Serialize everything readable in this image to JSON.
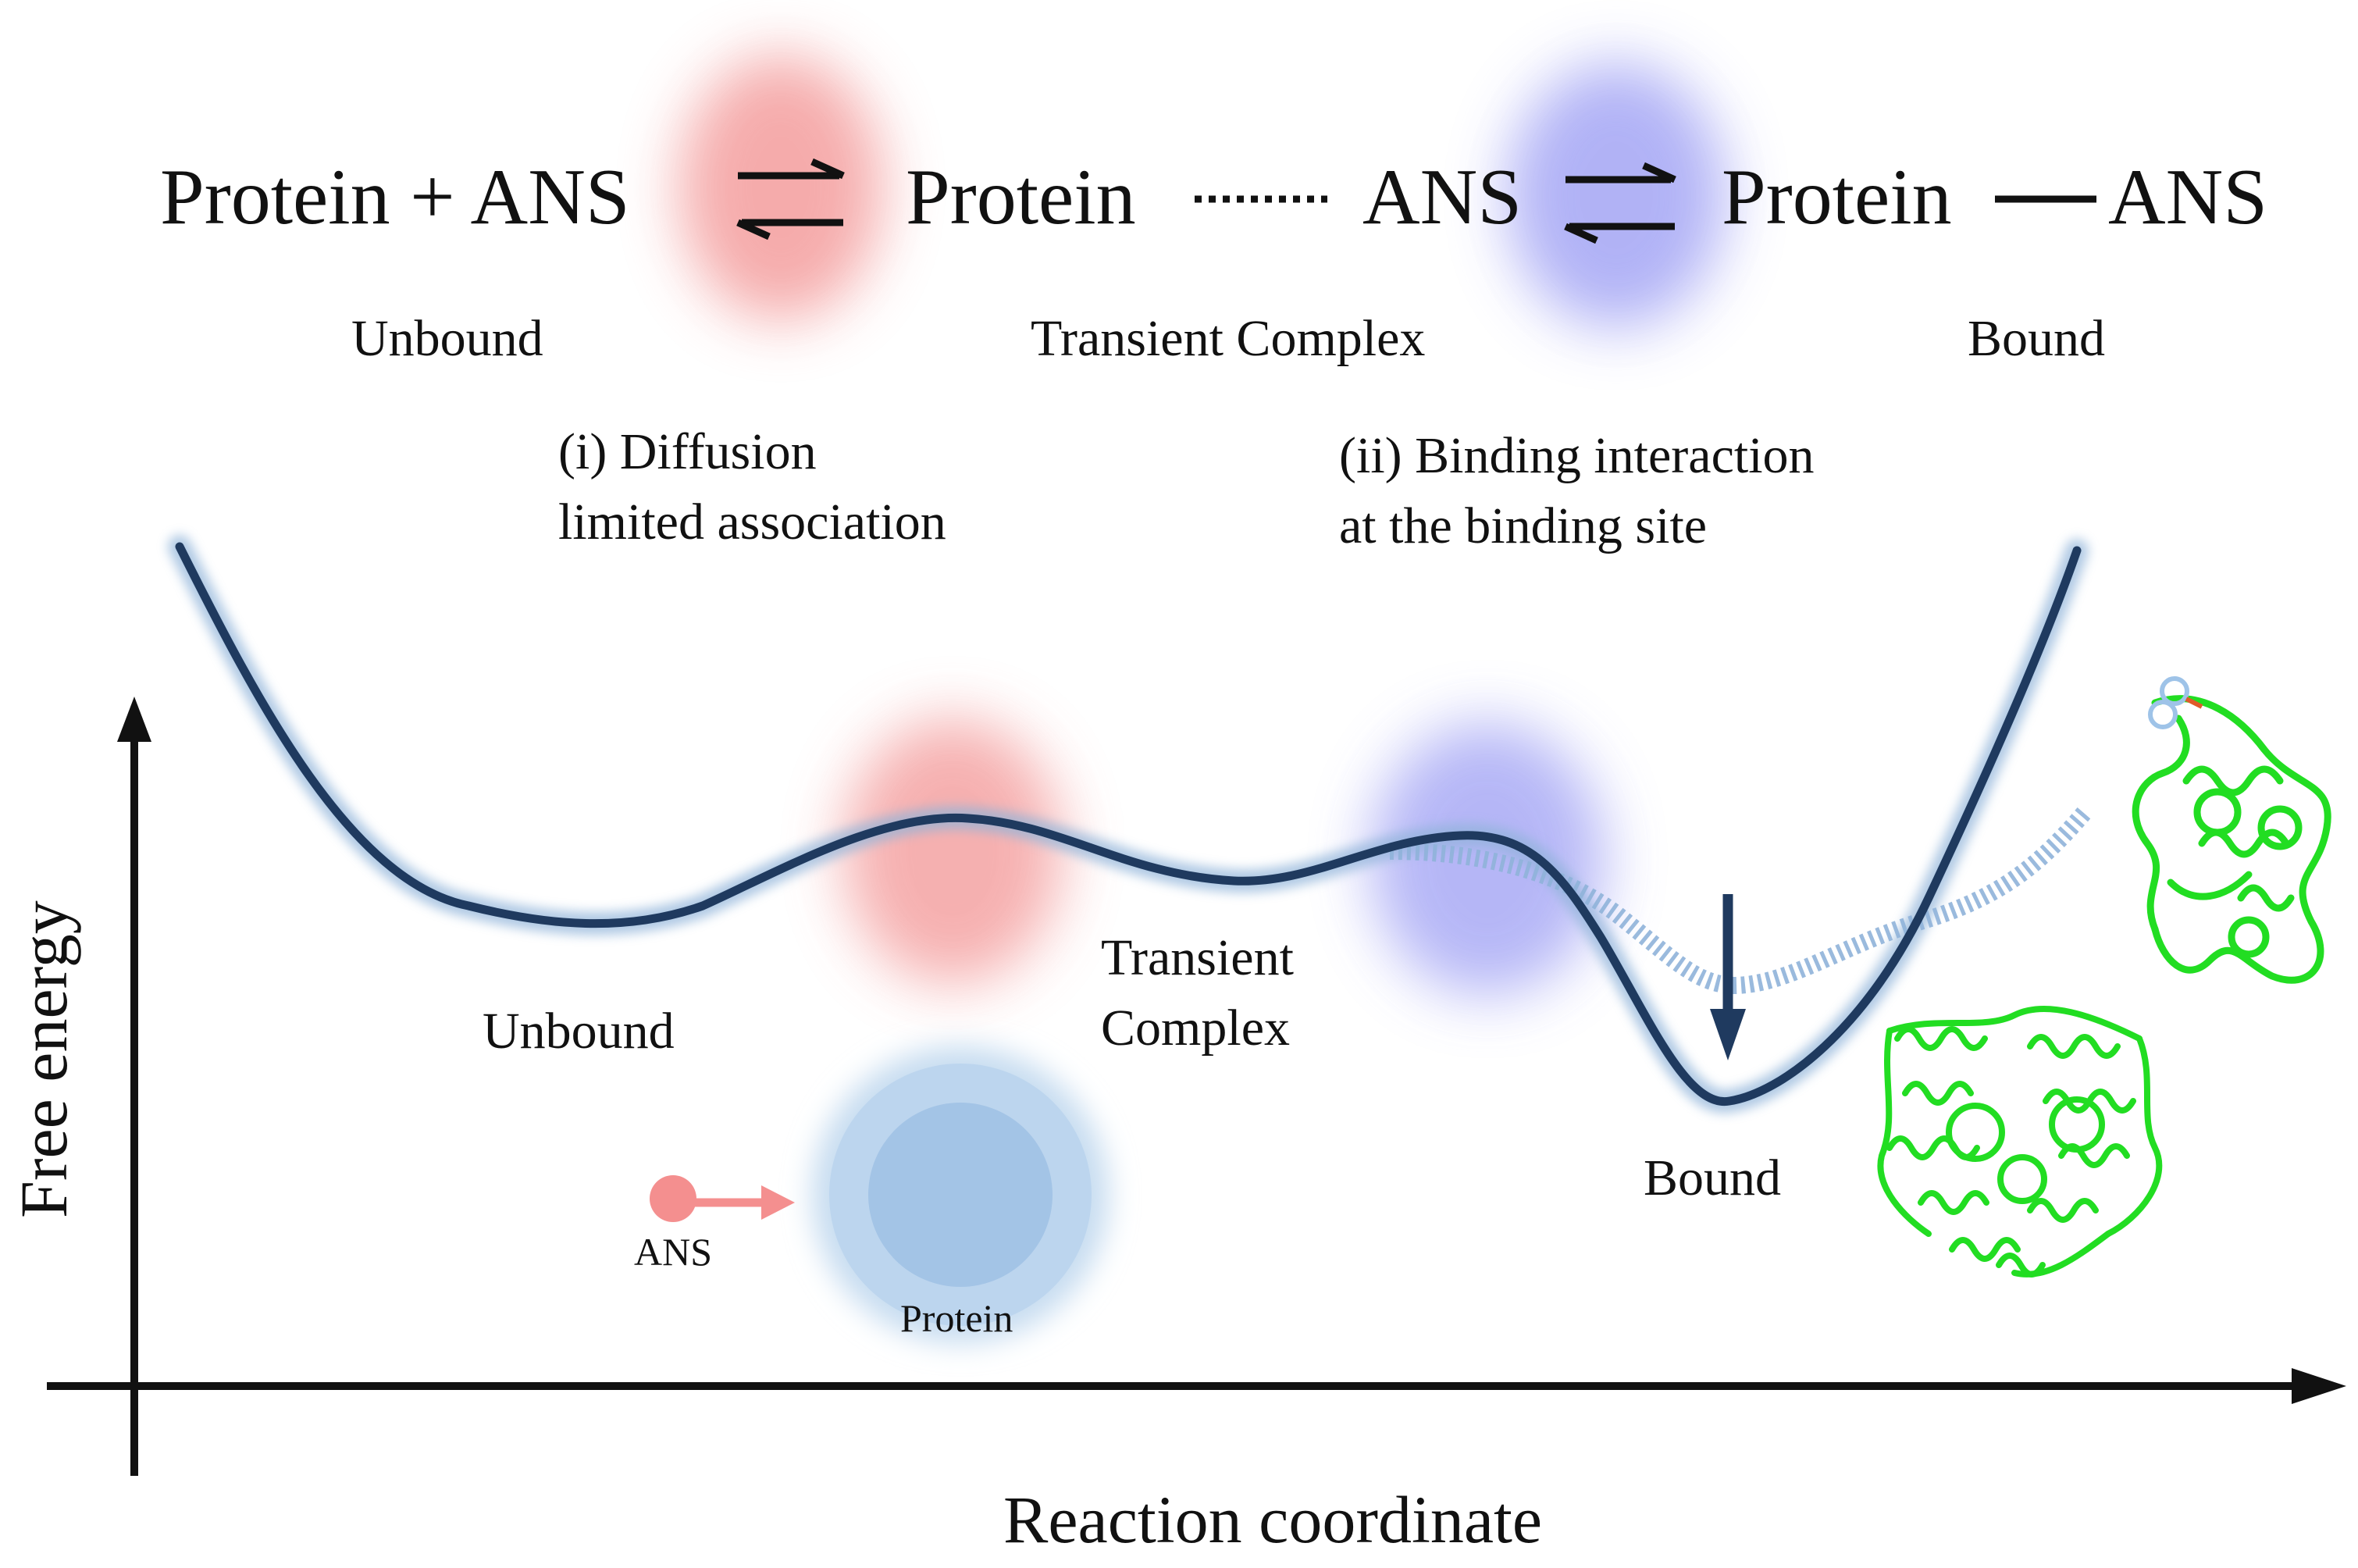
{
  "equation": {
    "term1": "Protein + ANS",
    "term2_left": "Protein",
    "term2_right": "ANS",
    "term3_left": "Protein",
    "term3_right": "ANS"
  },
  "state_labels": {
    "unbound": "Unbound",
    "transient": "Transient Complex",
    "bound": "Bound"
  },
  "steps": {
    "step1_line1": "(i) Diffusion",
    "step1_line2": "limited association",
    "step2_line1": "(ii) Binding interaction",
    "step2_line2": "at the binding site"
  },
  "axes": {
    "y_label": "Free energy",
    "x_label": "Reaction coordinate"
  },
  "curve_labels": {
    "unbound": "Unbound",
    "transient_line1": "Transient",
    "transient_line2": "Complex",
    "bound": "Bound"
  },
  "inset": {
    "ligand": "ANS",
    "protein": "Protein"
  },
  "colors": {
    "curve": "#1f3a5f",
    "glow": "#8fb3d9",
    "red_blob": "#f4a3a3",
    "blue_blob": "#a9aaf5",
    "protein_circle": "#a9c7e8",
    "ans_dot": "#f48f8f",
    "structure": "#22dd22"
  }
}
